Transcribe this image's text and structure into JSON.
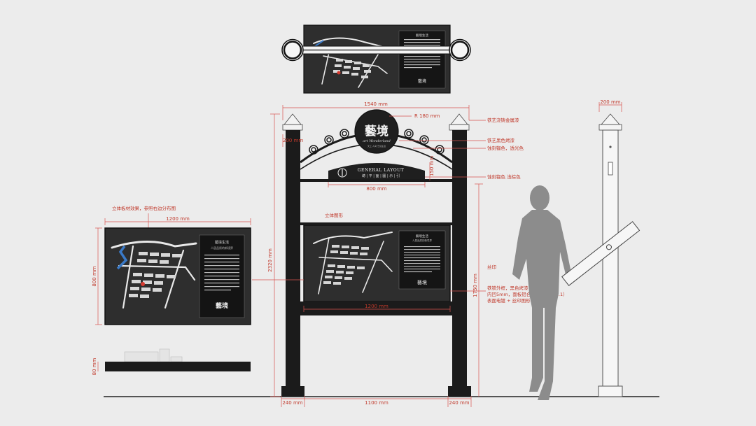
{
  "dimensions": {
    "total_width": "1540 mm",
    "arch_radius": "R 180 mm",
    "arch_left_height": "200 mm",
    "crossbar_height": "150 mm",
    "crossbar_width": "800 mm",
    "total_height": "2320 mm",
    "panel_width": "1200 mm",
    "panel_height_ground": "1750 mm",
    "post_left": "240 mm",
    "post_span": "1100 mm",
    "post_right": "240 mm",
    "side_post_width": "200 mm",
    "side_panel_width": "1200 mm",
    "side_panel_height": "800 mm",
    "side_panel_thickness": "80 mm"
  },
  "notes": {
    "cap_note": "铁艺浇铸金属漆",
    "arch_note_1": "铁艺黑色烤漆",
    "arch_note_2": "蚀刻镏色，透光色",
    "crossbar_note": "蚀刻镏色 浅棕色",
    "side_view_note": "立体板材效果，参照右边分布图",
    "panel_label": "立体图形",
    "silk_note": "丝印",
    "frame_note_1": "铁铁外框，黑色烤漆",
    "frame_note_2": "内凹5mm，面板铝合金材料（5D…1）",
    "frame_note_3": "表面电镀 + 丝印图形"
  },
  "logo": {
    "name": "藝境",
    "subtitle": "art Wonderland",
    "tagline": "天上·人间 艺境生活"
  },
  "crossbar": {
    "title": "GENERAL LAYOUT",
    "subtitle": "總 | 平 | 面 | 圖 | 示 | 引"
  },
  "panel": {
    "heading": "藝境生活",
    "subheading": "人居品质的新境界"
  },
  "colors": {
    "dim": "#c0392b",
    "post": "#1b1b1b",
    "panel": "#333333",
    "road": "#e8e8e8",
    "water": "#3a7ac8",
    "marker": "#d63a2f"
  }
}
